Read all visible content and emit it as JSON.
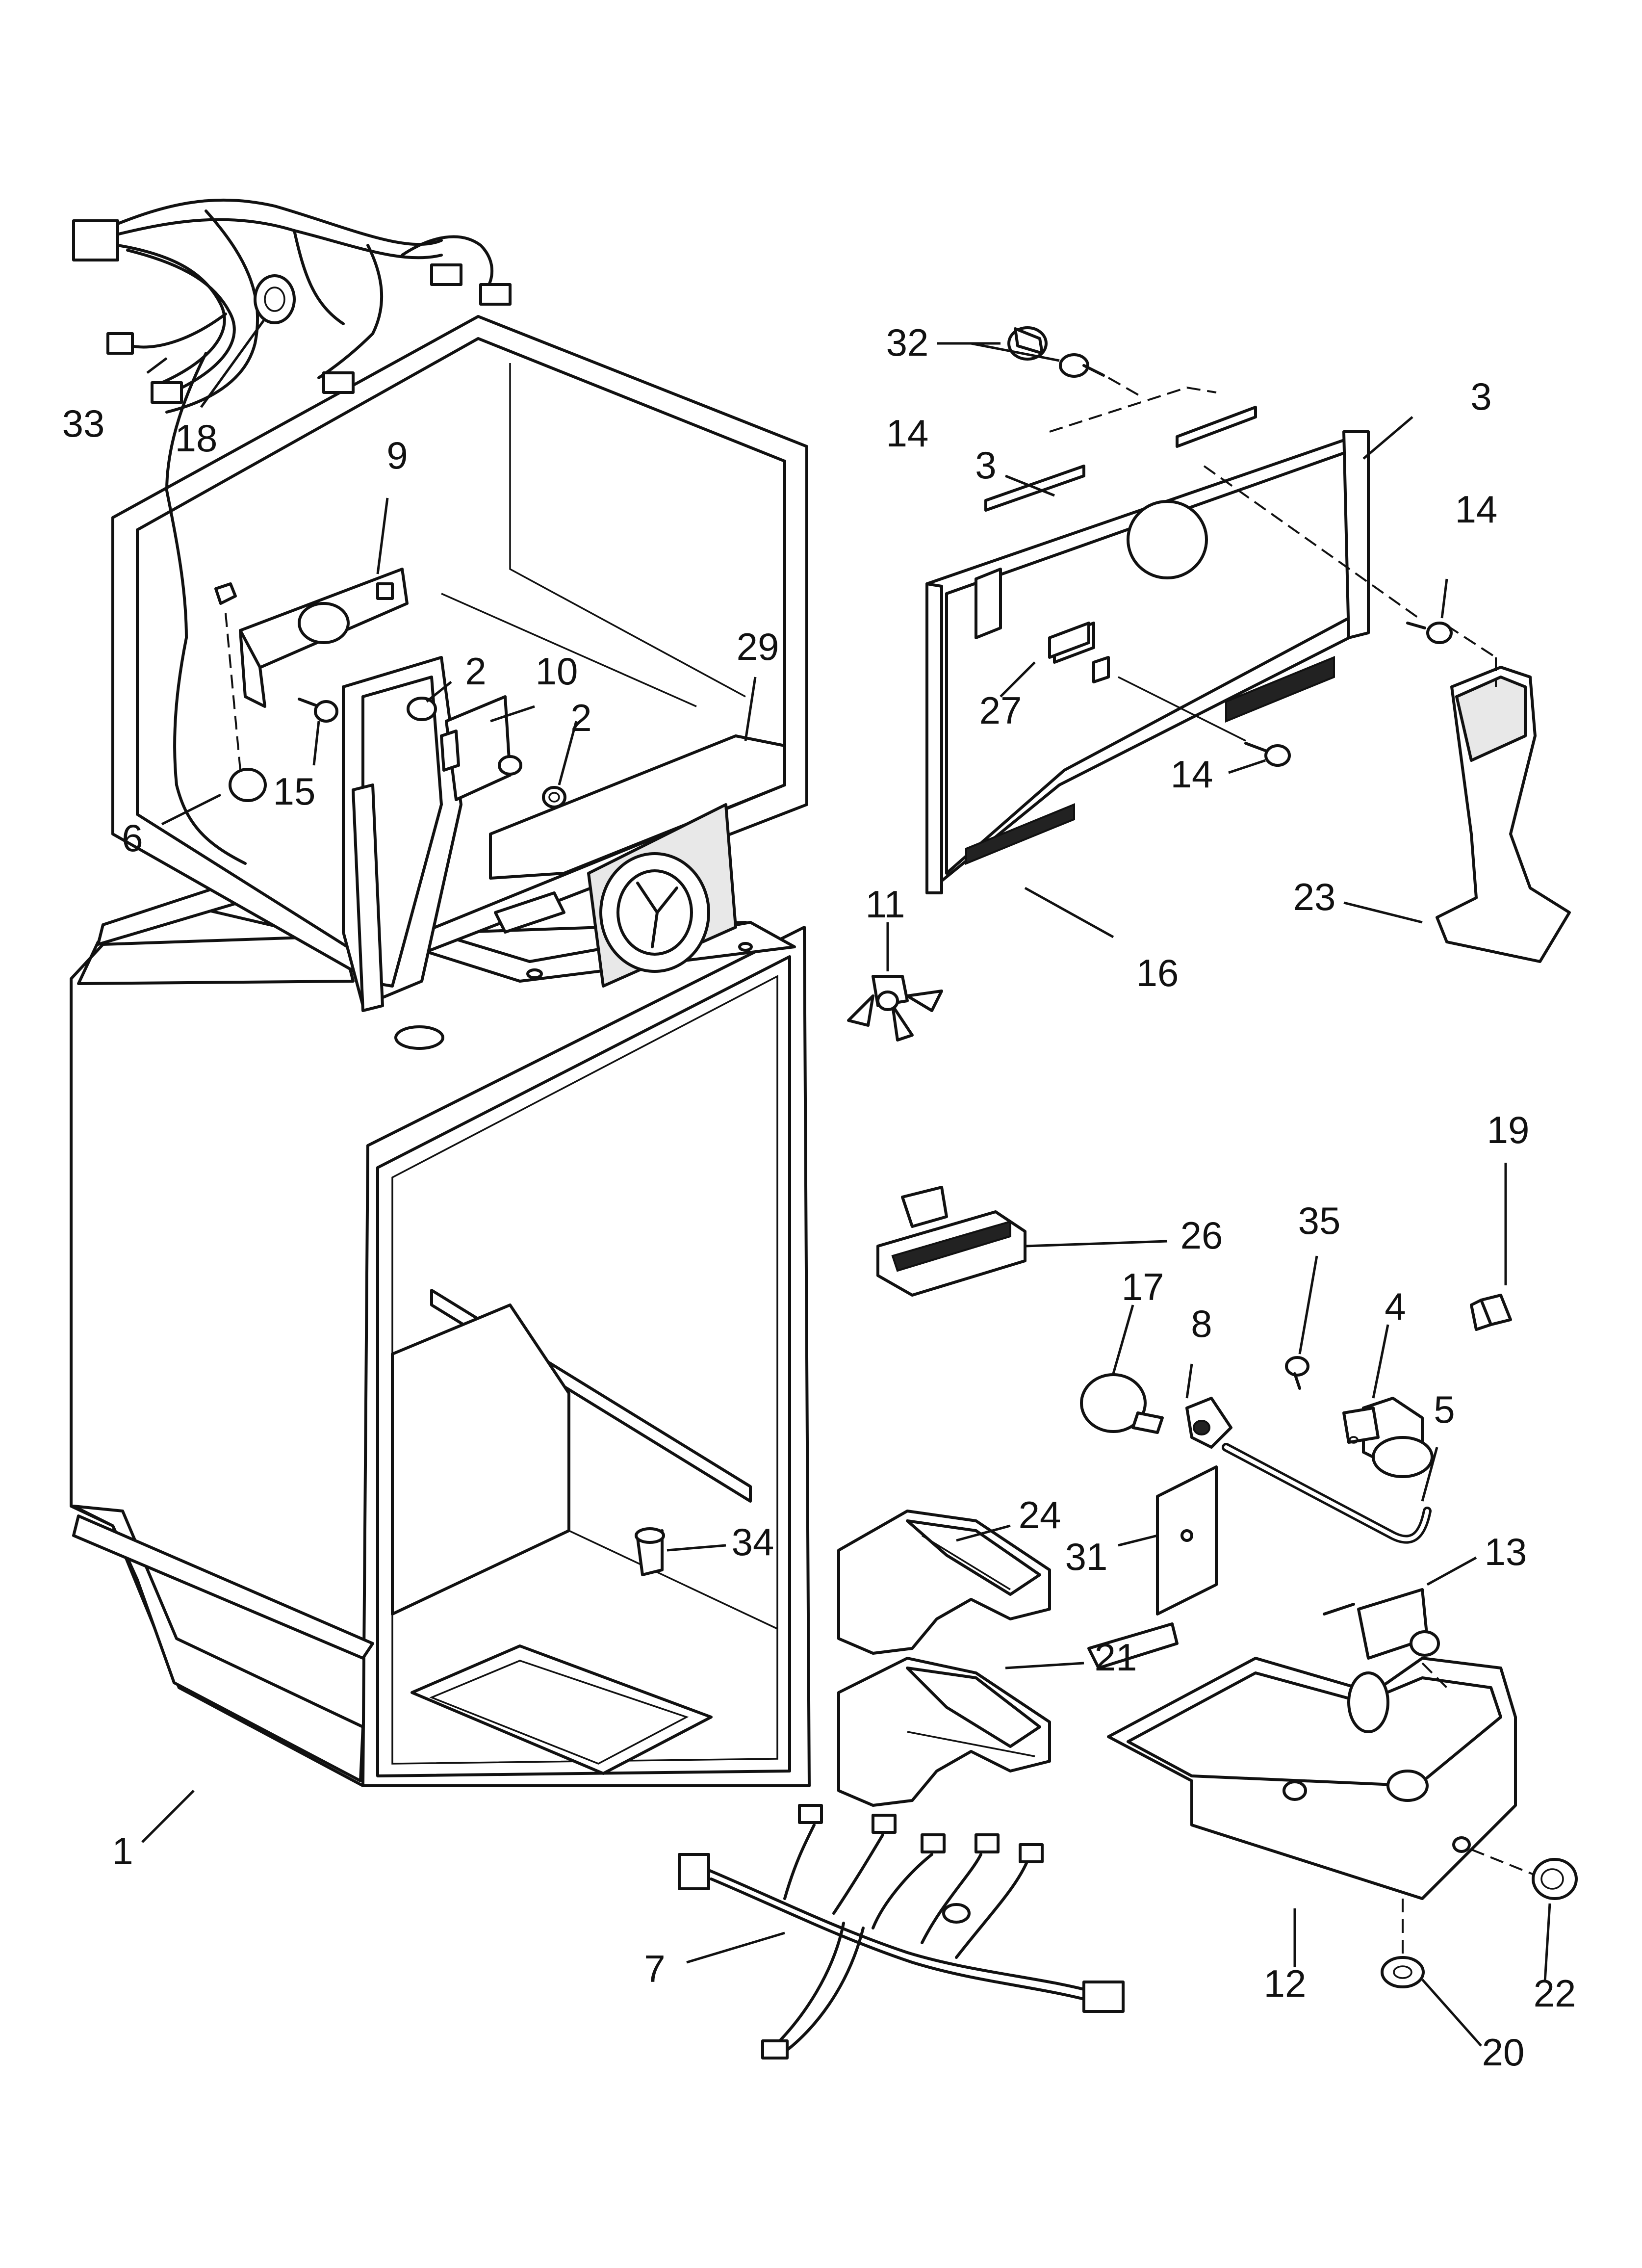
{
  "callouts": [
    {
      "id": "c1",
      "label": "1"
    },
    {
      "id": "c2a",
      "label": "2"
    },
    {
      "id": "c2b",
      "label": "2"
    },
    {
      "id": "c3a",
      "label": "3"
    },
    {
      "id": "c3b",
      "label": "3"
    },
    {
      "id": "c4",
      "label": "4"
    },
    {
      "id": "c5",
      "label": "5"
    },
    {
      "id": "c6",
      "label": "6"
    },
    {
      "id": "c7",
      "label": "7"
    },
    {
      "id": "c8",
      "label": "8"
    },
    {
      "id": "c9",
      "label": "9"
    },
    {
      "id": "c10",
      "label": "10"
    },
    {
      "id": "c11",
      "label": "11"
    },
    {
      "id": "c12",
      "label": "12"
    },
    {
      "id": "c13",
      "label": "13"
    },
    {
      "id": "c14a",
      "label": "14"
    },
    {
      "id": "c14b",
      "label": "14"
    },
    {
      "id": "c14c",
      "label": "14"
    },
    {
      "id": "c15",
      "label": "15"
    },
    {
      "id": "c16",
      "label": "16"
    },
    {
      "id": "c17",
      "label": "17"
    },
    {
      "id": "c18",
      "label": "18"
    },
    {
      "id": "c19",
      "label": "19"
    },
    {
      "id": "c20",
      "label": "20"
    },
    {
      "id": "c21",
      "label": "21"
    },
    {
      "id": "c22",
      "label": "22"
    },
    {
      "id": "c23",
      "label": "23"
    },
    {
      "id": "c24",
      "label": "24"
    },
    {
      "id": "c26",
      "label": "26"
    },
    {
      "id": "c27",
      "label": "27"
    },
    {
      "id": "c29",
      "label": "29"
    },
    {
      "id": "c31",
      "label": "31"
    },
    {
      "id": "c32",
      "label": "32"
    },
    {
      "id": "c33",
      "label": "33"
    },
    {
      "id": "c34",
      "label": "34"
    },
    {
      "id": "c35",
      "label": "35"
    }
  ],
  "colors": {
    "line": "#111111",
    "background": "#ffffff",
    "shade": "#e8e8e8"
  }
}
